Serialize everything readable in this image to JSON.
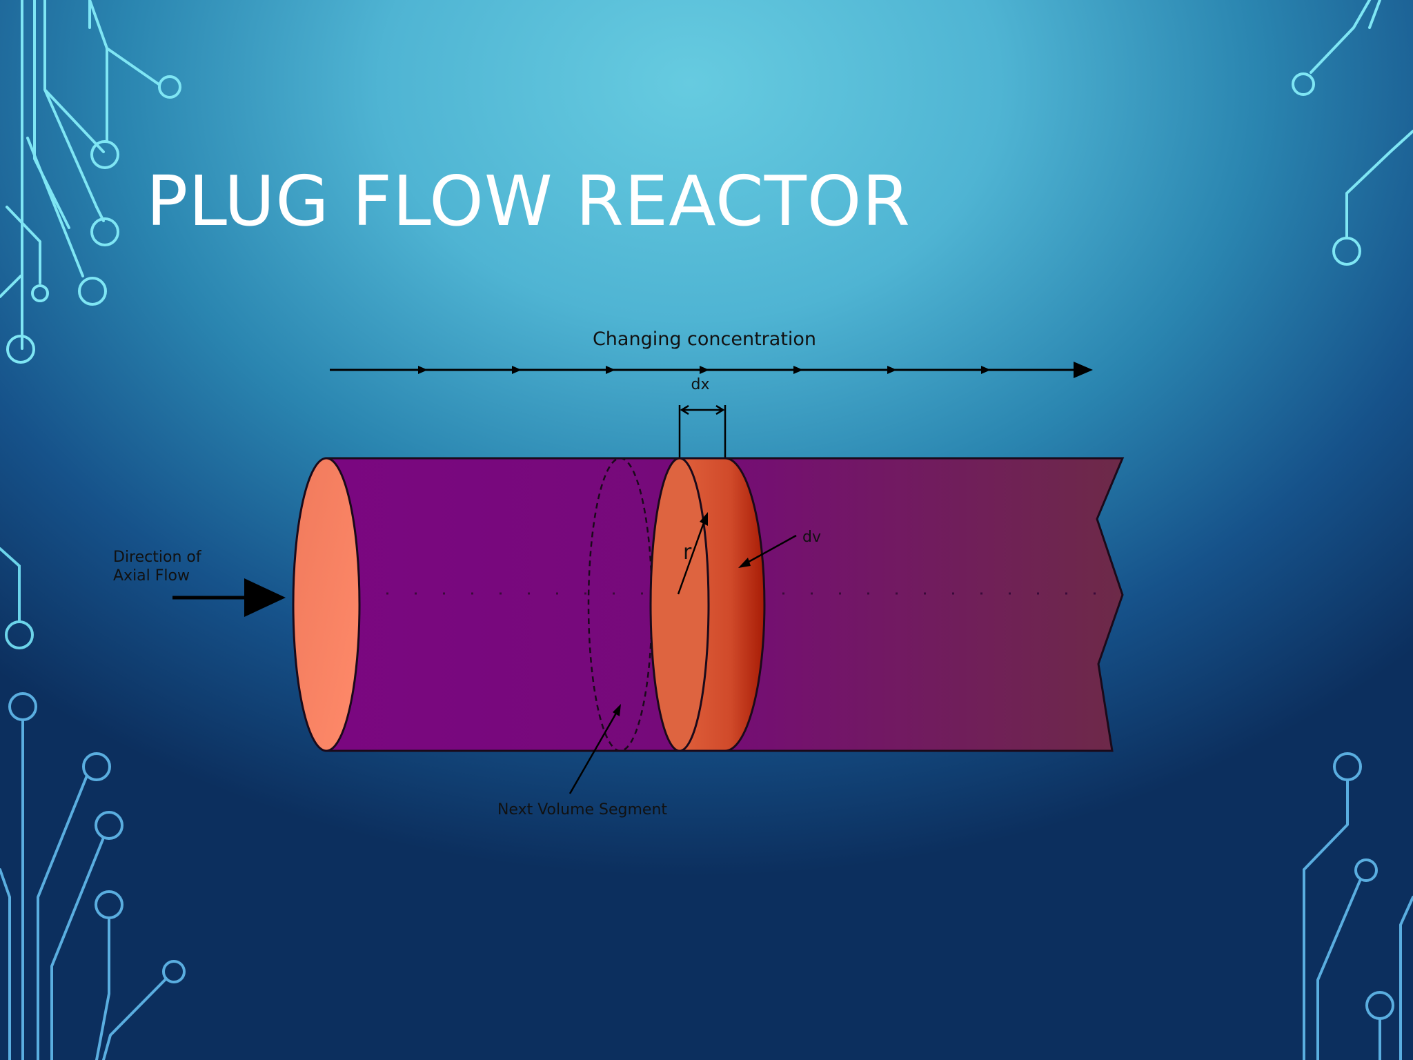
{
  "slide": {
    "title": "PLUG FLOW REACTOR"
  },
  "diagram": {
    "top_label": "Changing concentration",
    "dx_label": "dx",
    "dv_label": "dv",
    "r_label": "r",
    "flow_label_line1": "Direction of",
    "flow_label_line2": "Axial Flow",
    "segment_label": "Next Volume Segment"
  },
  "colors": {
    "title_text": "#ffffff",
    "circuit_lines": "#7fe6f4",
    "tube_body_start": "#7a0780",
    "tube_body_end": "#6d2a48",
    "tube_face": "#f07a5c",
    "disc_edge": "#b52a0a",
    "label_text": "#111111"
  }
}
